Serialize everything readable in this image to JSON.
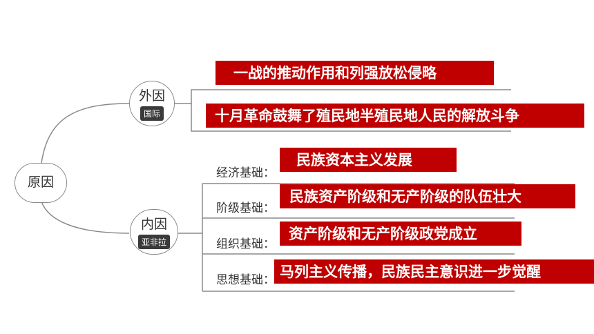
{
  "root": {
    "label": "原因"
  },
  "external": {
    "label": "外因",
    "badge": "国际",
    "items": [
      "一战的推动作用和列强放松侵略",
      "十月革命鼓舞了殖民地半殖民地人民的解放斗争"
    ]
  },
  "internal": {
    "label": "内因",
    "badge": "亚非拉",
    "items": [
      {
        "label": "经济基础：",
        "text": "民族资本主义发展"
      },
      {
        "label": "阶级基础：",
        "text": "民族资产阶级和无产阶级的队伍壮大"
      },
      {
        "label": "组织基础：",
        "text": "资产阶级和无产阶级政党成立"
      },
      {
        "label": "思想基础：",
        "text": "马列主义传播，民族民主意识进一步觉醒"
      }
    ]
  },
  "colors": {
    "box": "#c00000",
    "line": "#8a8a8a"
  }
}
